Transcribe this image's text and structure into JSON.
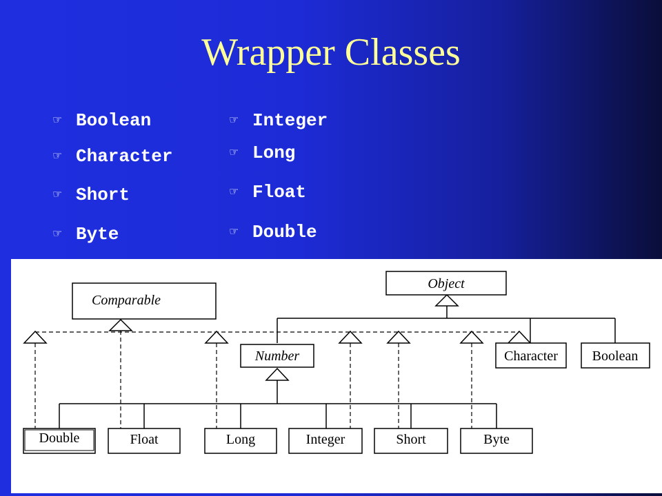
{
  "slide": {
    "title": "Wrapper Classes"
  },
  "bullets": {
    "marker": "☞",
    "left_column": [
      "Boolean",
      "Character",
      "Short",
      "Byte"
    ],
    "right_column": [
      "Integer",
      "Long",
      "Float",
      "Double"
    ]
  },
  "diagram": {
    "classes": {
      "object": "Object",
      "comparable": "Comparable",
      "number": "Number",
      "character": "Character",
      "boolean": "Boolean",
      "double": "Double",
      "float": "Float",
      "long": "Long",
      "integer": "Integer",
      "short": "Short",
      "byte": "Byte"
    }
  }
}
